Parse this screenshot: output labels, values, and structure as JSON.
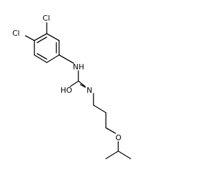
{
  "molecule": {
    "atoms": {
      "cl_top": "Cl",
      "cl_left": "Cl",
      "nh": "NH",
      "oh": "HO",
      "n": "N",
      "o": "O"
    }
  }
}
